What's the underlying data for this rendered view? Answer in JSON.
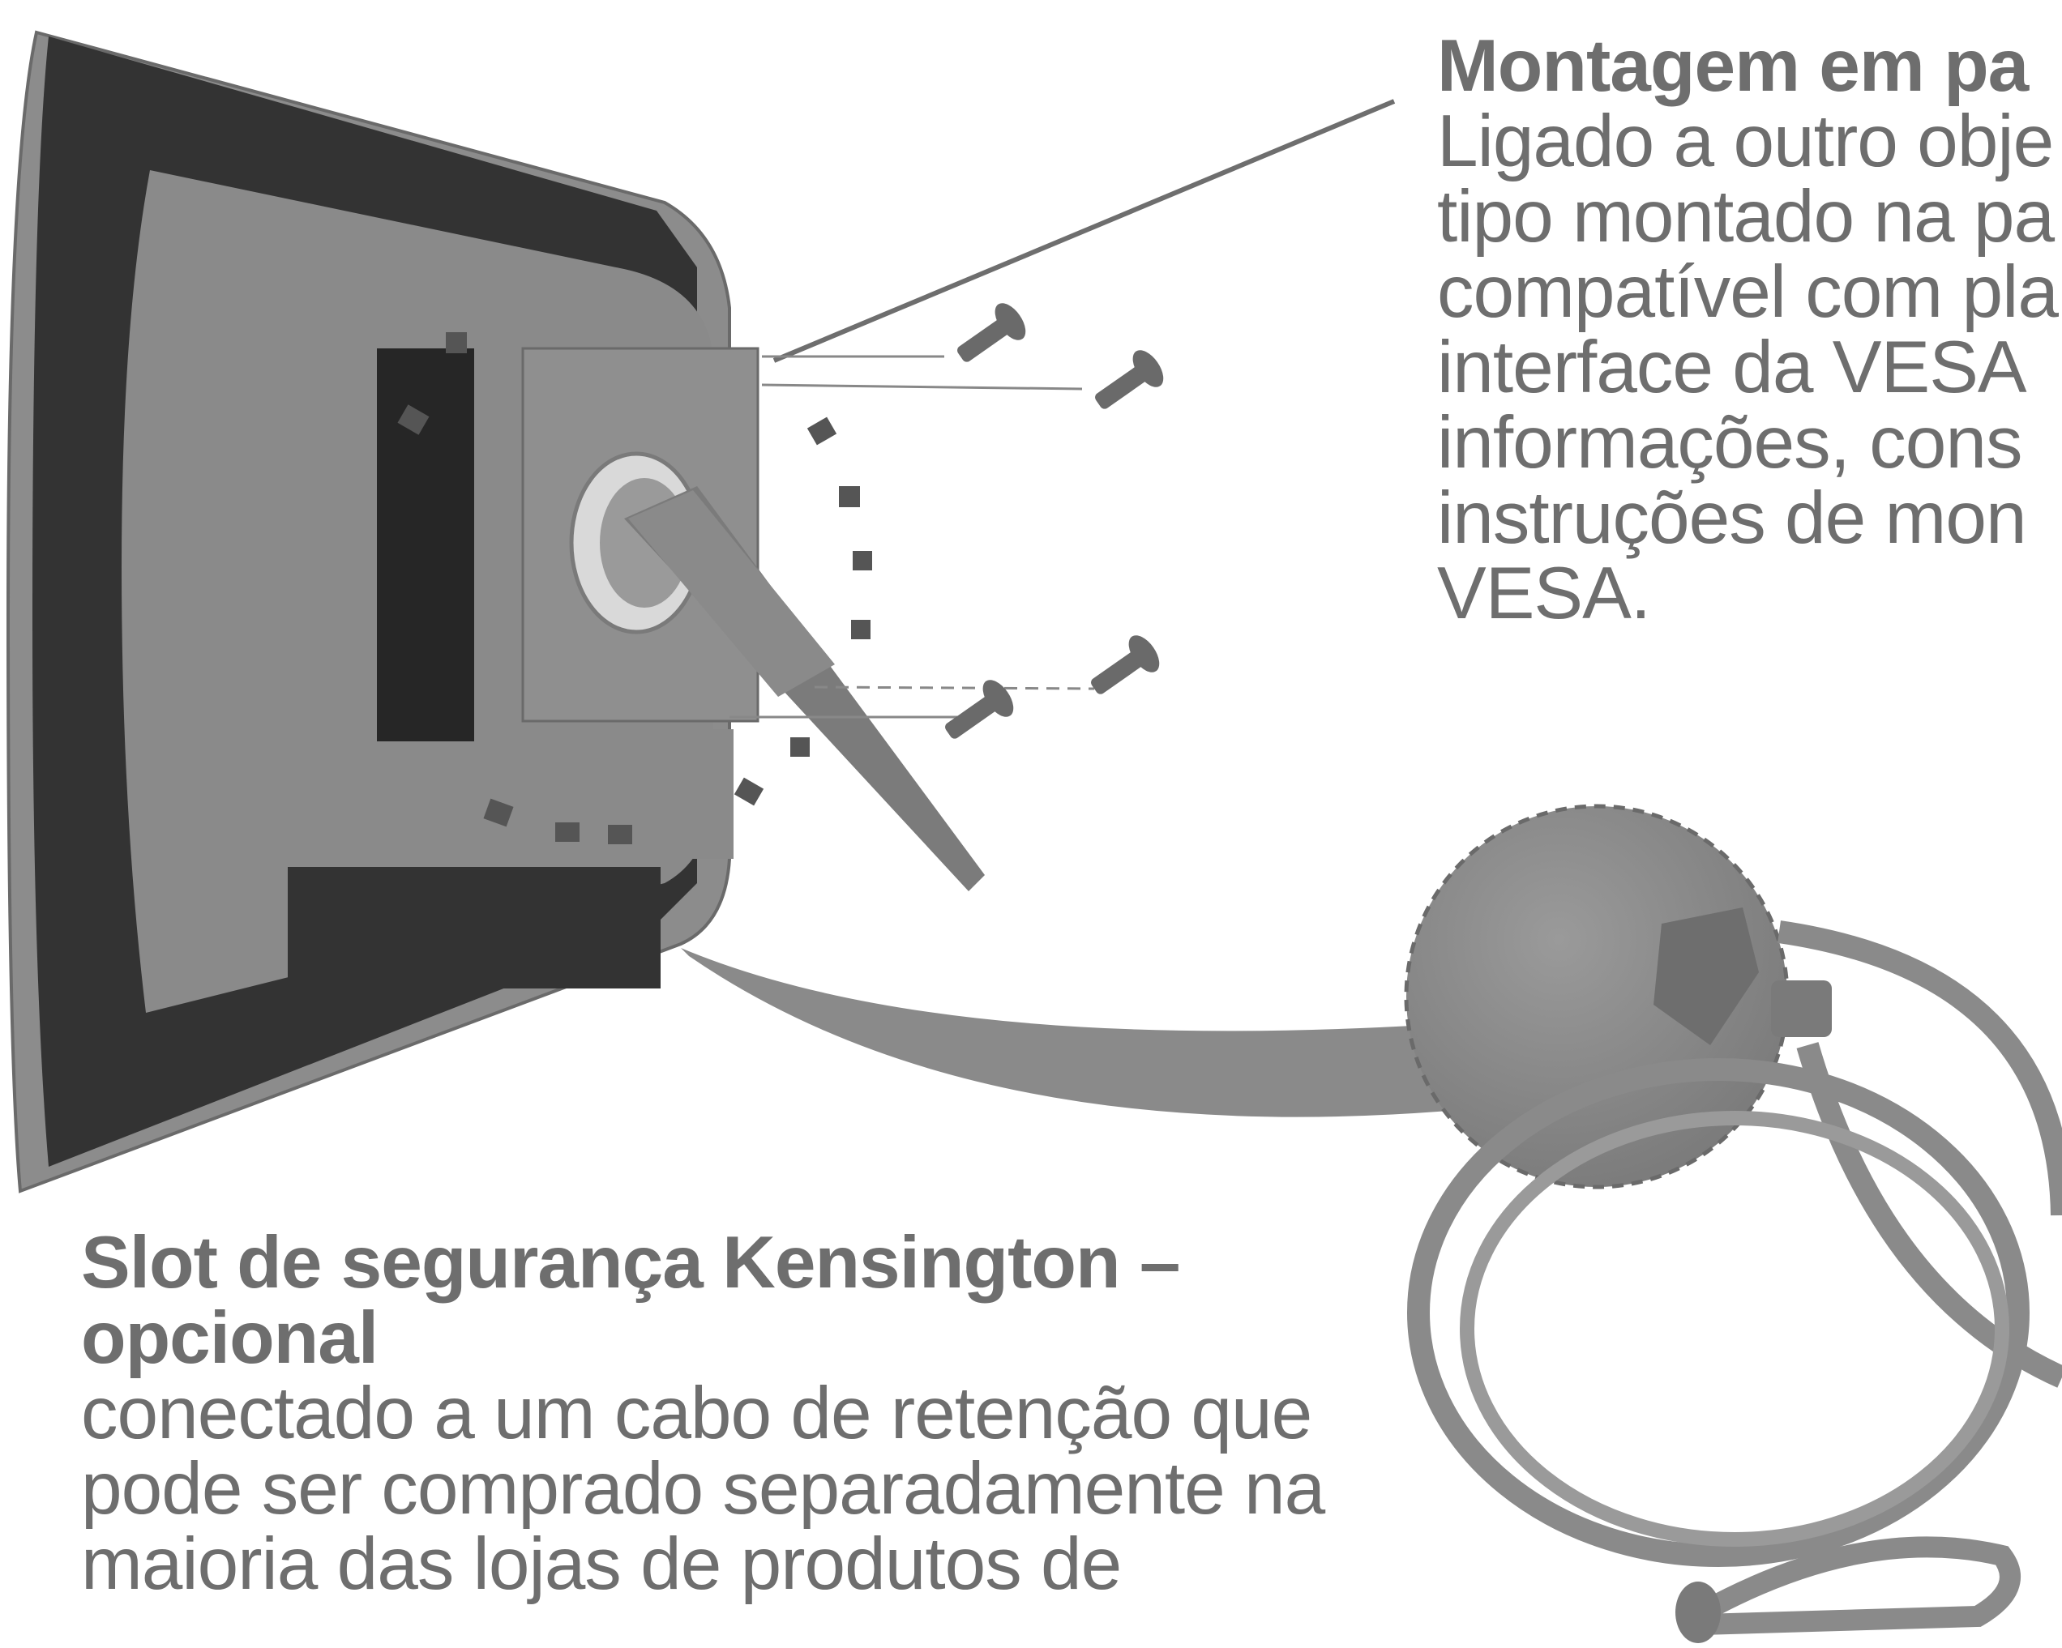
{
  "wall_mount": {
    "title": "Montagem em pa",
    "lines": [
      "Ligado a outro obje",
      "tipo montado na pa",
      "compatível com pla",
      "interface da VESA",
      "informações, cons",
      "instruções de mon",
      "VESA."
    ]
  },
  "kensington": {
    "title_line1": "Slot de segurança Kensington –",
    "title_line2": "opcional",
    "lines": [
      "conectado a um cabo de retenção que",
      "pode ser comprado separadamente na",
      "maioria das lojas de produtos de"
    ]
  },
  "colors": {
    "text": "#6e6e6e",
    "monitor_body": "#8c8c8c",
    "monitor_dark": "#3a3a3a",
    "cable": "#8a8a8a"
  }
}
